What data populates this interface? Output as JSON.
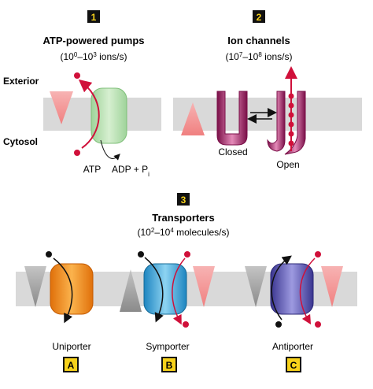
{
  "panel1": {
    "number": "1",
    "title": "ATP-powered pumps",
    "rate_prefix": "(10",
    "rate_exp1": "0",
    "rate_mid": "–10",
    "rate_exp2": "3",
    "rate_suffix": " ions/s)",
    "exterior_label": "Exterior",
    "cytosol_label": "Cytosol",
    "atp_label": "ATP",
    "adp_label": "ADP + P",
    "pi_sub": "i"
  },
  "panel2": {
    "number": "2",
    "title": "Ion channels",
    "rate_prefix": "(10",
    "rate_exp1": "7",
    "rate_mid": "–10",
    "rate_exp2": "8",
    "rate_suffix": " ions/s)",
    "closed_label": "Closed",
    "open_label": "Open"
  },
  "panel3": {
    "number": "3",
    "title": "Transporters",
    "rate_prefix": "(10",
    "rate_exp1": "2",
    "rate_mid": "–10",
    "rate_exp2": "4",
    "rate_suffix": " molecules/s)",
    "uniporter_label": "Uniporter",
    "symporter_label": "Symporter",
    "antiporter_label": "Antiporter",
    "badge_a": "A",
    "badge_b": "B",
    "badge_c": "C"
  },
  "colors": {
    "membrane": "#d9d9d9",
    "pump_green": "#b8dfb0",
    "pink_gradient": "#f4a6a6",
    "gray_gradient": "#a9a9a9",
    "ion_red": "#d0103a",
    "channel_magenta": "#a01e63",
    "uniporter_orange": "#f08a1c",
    "symporter_blue": "#3fa5d8",
    "antiporter_purple": "#5a56b8",
    "badge_yellow": "#f7d21b",
    "badge_black": "#111111"
  }
}
